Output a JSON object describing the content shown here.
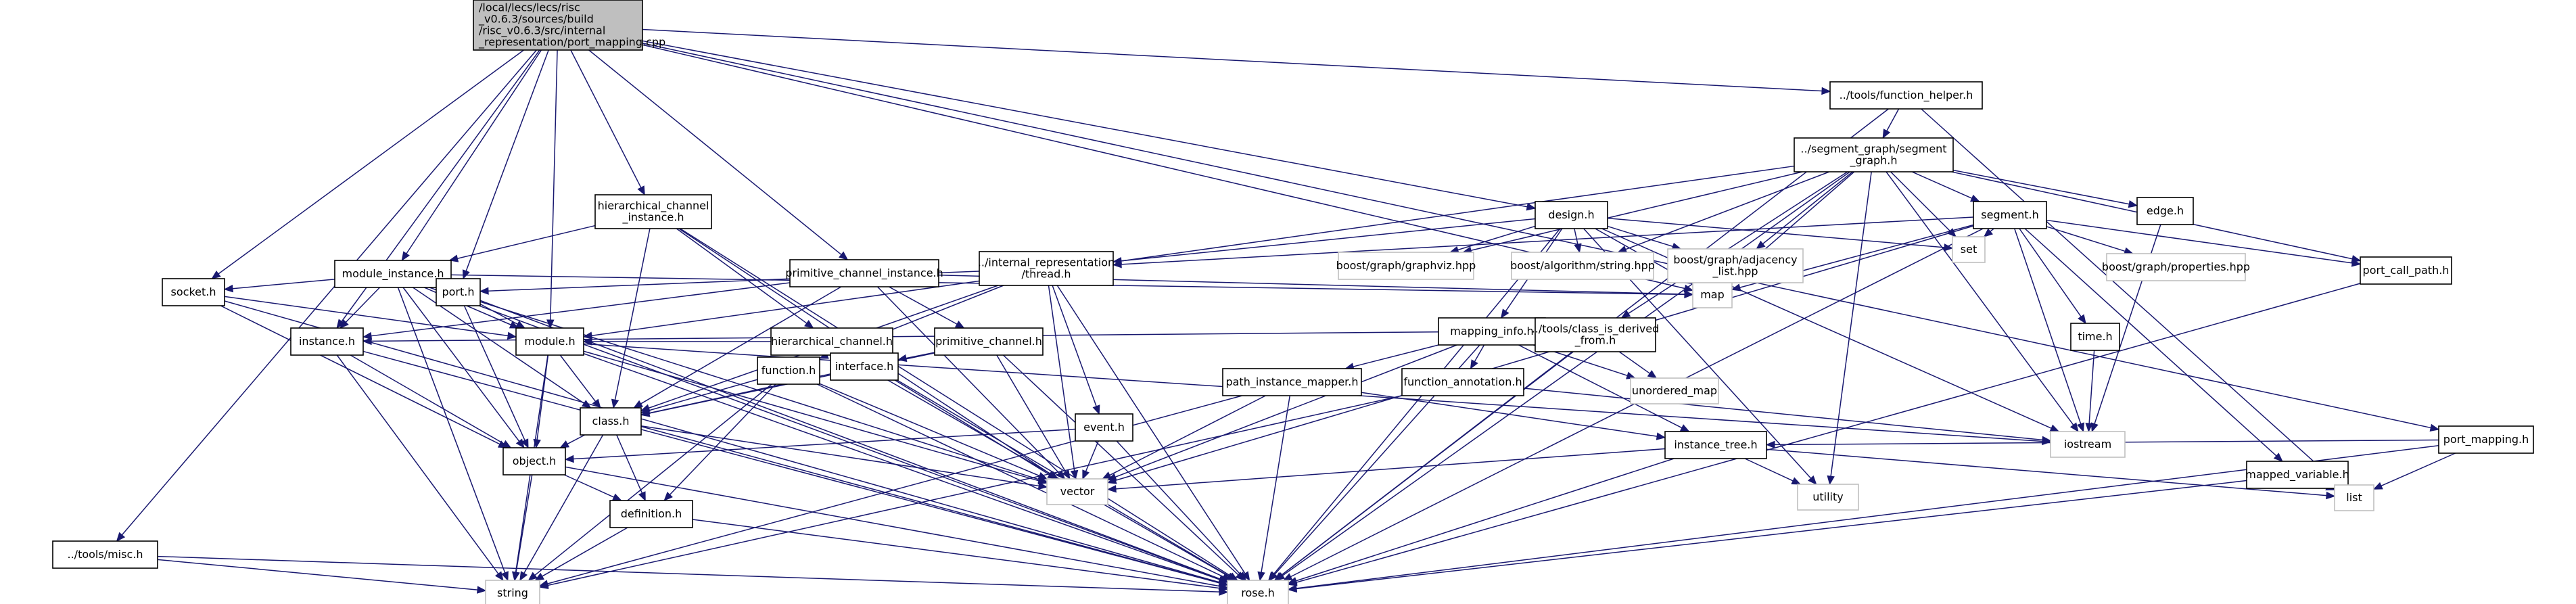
{
  "diagram": {
    "nodes": [
      {
        "id": "root",
        "kind": "root",
        "lines": [
          "/local/lecs/lecs/risc",
          "_v0.6.3/sources/build",
          "/risc_v0.6.3/src/internal",
          "_representation/port_mapping.cpp"
        ]
      },
      {
        "id": "tools_misc",
        "kind": "file",
        "lines": [
          "../tools/misc.h"
        ]
      },
      {
        "id": "socket",
        "kind": "file",
        "lines": [
          "socket.h"
        ]
      },
      {
        "id": "instance",
        "kind": "file",
        "lines": [
          "instance.h"
        ]
      },
      {
        "id": "module_instance",
        "kind": "file",
        "lines": [
          "module_instance.h"
        ]
      },
      {
        "id": "port",
        "kind": "file",
        "lines": [
          "port.h"
        ]
      },
      {
        "id": "module",
        "kind": "file",
        "lines": [
          "module.h"
        ]
      },
      {
        "id": "hier_chan_inst",
        "kind": "file",
        "lines": [
          "hierarchical_channel",
          "_instance.h"
        ]
      },
      {
        "id": "prim_chan_inst",
        "kind": "file",
        "lines": [
          "primitive_channel_instance.h"
        ]
      },
      {
        "id": "hier_chan",
        "kind": "file",
        "lines": [
          "hierarchical_channel.h"
        ]
      },
      {
        "id": "thread",
        "kind": "file",
        "lines": [
          "../internal_representation",
          "/thread.h"
        ]
      },
      {
        "id": "prim_chan",
        "kind": "file",
        "lines": [
          "primitive_channel.h"
        ]
      },
      {
        "id": "interface",
        "kind": "file",
        "lines": [
          "interface.h"
        ]
      },
      {
        "id": "function",
        "kind": "file",
        "lines": [
          "function.h"
        ]
      },
      {
        "id": "class",
        "kind": "file",
        "lines": [
          "class.h"
        ]
      },
      {
        "id": "object",
        "kind": "file",
        "lines": [
          "object.h"
        ]
      },
      {
        "id": "definition",
        "kind": "file",
        "lines": [
          "definition.h"
        ]
      },
      {
        "id": "event",
        "kind": "file",
        "lines": [
          "event.h"
        ]
      },
      {
        "id": "design",
        "kind": "file",
        "lines": [
          "design.h"
        ]
      },
      {
        "id": "mapping_info",
        "kind": "file",
        "lines": [
          "mapping_info.h"
        ]
      },
      {
        "id": "path_inst_mapper",
        "kind": "file",
        "lines": [
          "path_instance_mapper.h"
        ]
      },
      {
        "id": "func_annot",
        "kind": "file",
        "lines": [
          "function_annotation.h"
        ]
      },
      {
        "id": "class_is_derived",
        "kind": "file",
        "lines": [
          "../tools/class_is_derived",
          "_from.h"
        ]
      },
      {
        "id": "func_helper",
        "kind": "file",
        "lines": [
          "../tools/function_helper.h"
        ]
      },
      {
        "id": "segment_graph",
        "kind": "file",
        "lines": [
          "../segment_graph/segment",
          "_graph.h"
        ]
      },
      {
        "id": "segment",
        "kind": "file",
        "lines": [
          "segment.h"
        ]
      },
      {
        "id": "edge",
        "kind": "file",
        "lines": [
          "edge.h"
        ]
      },
      {
        "id": "port_call_path",
        "kind": "file",
        "lines": [
          "port_call_path.h"
        ]
      },
      {
        "id": "time",
        "kind": "file",
        "lines": [
          "time.h"
        ]
      },
      {
        "id": "port_mapping",
        "kind": "file",
        "lines": [
          "port_mapping.h"
        ]
      },
      {
        "id": "instance_tree",
        "kind": "file",
        "lines": [
          "instance_tree.h"
        ]
      },
      {
        "id": "mapped_variable",
        "kind": "file",
        "lines": [
          "mapped_variable.h"
        ]
      },
      {
        "id": "string",
        "kind": "system",
        "lines": [
          "string"
        ]
      },
      {
        "id": "rose",
        "kind": "system",
        "lines": [
          "rose.h"
        ]
      },
      {
        "id": "vector",
        "kind": "system",
        "lines": [
          "vector"
        ]
      },
      {
        "id": "map",
        "kind": "system",
        "lines": [
          "map"
        ]
      },
      {
        "id": "set",
        "kind": "system",
        "lines": [
          "set"
        ]
      },
      {
        "id": "utility",
        "kind": "system",
        "lines": [
          "utility"
        ]
      },
      {
        "id": "iostream",
        "kind": "system",
        "lines": [
          "iostream"
        ]
      },
      {
        "id": "list",
        "kind": "system",
        "lines": [
          "list"
        ]
      },
      {
        "id": "unordered_map",
        "kind": "system",
        "lines": [
          "unordered_map"
        ]
      },
      {
        "id": "bg_graphviz",
        "kind": "system",
        "lines": [
          "boost/graph/graphviz.hpp"
        ]
      },
      {
        "id": "bg_alg_string",
        "kind": "system",
        "lines": [
          "boost/algorithm/string.hpp"
        ]
      },
      {
        "id": "bg_adjacency",
        "kind": "system",
        "lines": [
          "boost/graph/adjacency",
          "_list.hpp"
        ]
      },
      {
        "id": "bg_properties",
        "kind": "system",
        "lines": [
          "boost/graph/properties.hpp"
        ]
      }
    ],
    "edges": [
      [
        "root",
        "tools_misc"
      ],
      [
        "root",
        "socket"
      ],
      [
        "root",
        "instance"
      ],
      [
        "root",
        "module_instance"
      ],
      [
        "root",
        "port"
      ],
      [
        "root",
        "module"
      ],
      [
        "root",
        "hier_chan_inst"
      ],
      [
        "root",
        "prim_chan_inst"
      ],
      [
        "root",
        "design"
      ],
      [
        "root",
        "func_helper"
      ],
      [
        "root",
        "port_mapping"
      ],
      [
        "root",
        "map"
      ],
      [
        "tools_misc",
        "rose"
      ],
      [
        "tools_misc",
        "string"
      ],
      [
        "socket",
        "module"
      ],
      [
        "socket",
        "object"
      ],
      [
        "socket",
        "rose"
      ],
      [
        "instance",
        "object"
      ],
      [
        "instance",
        "rose"
      ],
      [
        "instance",
        "string"
      ],
      [
        "module_instance",
        "socket"
      ],
      [
        "module_instance",
        "instance"
      ],
      [
        "module_instance",
        "port"
      ],
      [
        "module_instance",
        "module"
      ],
      [
        "module_instance",
        "class"
      ],
      [
        "module_instance",
        "object"
      ],
      [
        "module_instance",
        "vector"
      ],
      [
        "module_instance",
        "string"
      ],
      [
        "module_instance",
        "rose"
      ],
      [
        "module_instance",
        "map"
      ],
      [
        "port",
        "module"
      ],
      [
        "port",
        "object"
      ],
      [
        "port",
        "rose"
      ],
      [
        "module",
        "class"
      ],
      [
        "module",
        "object"
      ],
      [
        "module",
        "vector"
      ],
      [
        "module",
        "rose"
      ],
      [
        "module",
        "string"
      ],
      [
        "module",
        "iostream"
      ],
      [
        "hier_chan_inst",
        "module_instance"
      ],
      [
        "hier_chan_inst",
        "hier_chan"
      ],
      [
        "hier_chan_inst",
        "class"
      ],
      [
        "hier_chan_inst",
        "rose"
      ],
      [
        "hier_chan_inst",
        "vector"
      ],
      [
        "prim_chan_inst",
        "instance"
      ],
      [
        "prim_chan_inst",
        "prim_chan"
      ],
      [
        "prim_chan_inst",
        "class"
      ],
      [
        "prim_chan_inst",
        "vector"
      ],
      [
        "prim_chan_inst",
        "map"
      ],
      [
        "hier_chan",
        "module"
      ],
      [
        "hier_chan",
        "interface"
      ],
      [
        "hier_chan",
        "rose"
      ],
      [
        "hier_chan",
        "vector"
      ],
      [
        "prim_chan",
        "class"
      ],
      [
        "prim_chan",
        "interface"
      ],
      [
        "prim_chan",
        "rose"
      ],
      [
        "prim_chan",
        "vector"
      ],
      [
        "interface",
        "class"
      ],
      [
        "interface",
        "rose"
      ],
      [
        "thread",
        "port"
      ],
      [
        "thread",
        "function"
      ],
      [
        "thread",
        "event"
      ],
      [
        "thread",
        "class"
      ],
      [
        "thread",
        "vector"
      ],
      [
        "thread",
        "rose"
      ],
      [
        "function",
        "class"
      ],
      [
        "function",
        "definition"
      ],
      [
        "function",
        "rose"
      ],
      [
        "function",
        "string"
      ],
      [
        "function",
        "vector"
      ],
      [
        "class",
        "object"
      ],
      [
        "class",
        "definition"
      ],
      [
        "class",
        "vector"
      ],
      [
        "class",
        "string"
      ],
      [
        "class",
        "rose"
      ],
      [
        "object",
        "definition"
      ],
      [
        "object",
        "rose"
      ],
      [
        "object",
        "string"
      ],
      [
        "definition",
        "rose"
      ],
      [
        "definition",
        "string"
      ],
      [
        "event",
        "object"
      ],
      [
        "event",
        "vector"
      ],
      [
        "event",
        "rose"
      ],
      [
        "design",
        "thread"
      ],
      [
        "design",
        "mapping_info"
      ],
      [
        "design",
        "bg_graphviz"
      ],
      [
        "design",
        "bg_alg_string"
      ],
      [
        "design",
        "bg_adjacency"
      ],
      [
        "design",
        "set"
      ],
      [
        "design",
        "map"
      ],
      [
        "design",
        "rose"
      ],
      [
        "design",
        "utility"
      ],
      [
        "design",
        "iostream"
      ],
      [
        "mapping_info",
        "instance"
      ],
      [
        "mapping_info",
        "path_inst_mapper"
      ],
      [
        "mapping_info",
        "func_annot"
      ],
      [
        "mapping_info",
        "instance_tree"
      ],
      [
        "mapping_info",
        "unordered_map"
      ],
      [
        "mapping_info",
        "rose"
      ],
      [
        "mapping_info",
        "vector"
      ],
      [
        "path_inst_mapper",
        "instance_tree"
      ],
      [
        "path_inst_mapper",
        "vector"
      ],
      [
        "path_inst_mapper",
        "string"
      ],
      [
        "path_inst_mapper",
        "rose"
      ],
      [
        "func_annot",
        "iostream"
      ],
      [
        "func_annot",
        "string"
      ],
      [
        "class_is_derived",
        "unordered_map"
      ],
      [
        "class_is_derived",
        "rose"
      ],
      [
        "func_helper",
        "segment_graph"
      ],
      [
        "func_helper",
        "rose"
      ],
      [
        "func_helper",
        "list"
      ],
      [
        "segment_graph",
        "segment"
      ],
      [
        "segment_graph",
        "edge"
      ],
      [
        "segment_graph",
        "port_call_path"
      ],
      [
        "segment_graph",
        "module"
      ],
      [
        "segment_graph",
        "bg_graphviz"
      ],
      [
        "segment_graph",
        "bg_alg_string"
      ],
      [
        "segment_graph",
        "bg_adjacency"
      ],
      [
        "segment_graph",
        "set"
      ],
      [
        "segment_graph",
        "map"
      ],
      [
        "segment_graph",
        "utility"
      ],
      [
        "segment_graph",
        "iostream"
      ],
      [
        "segment_graph",
        "rose"
      ],
      [
        "segment_graph",
        "class_is_derived"
      ],
      [
        "segment",
        "thread"
      ],
      [
        "segment",
        "port_call_path"
      ],
      [
        "segment",
        "time"
      ],
      [
        "segment",
        "mapped_variable"
      ],
      [
        "segment",
        "bg_properties"
      ],
      [
        "segment",
        "set"
      ],
      [
        "segment",
        "map"
      ],
      [
        "segment",
        "iostream"
      ],
      [
        "segment",
        "rose"
      ],
      [
        "segment",
        "vector"
      ],
      [
        "edge",
        "iostream"
      ],
      [
        "port_call_path",
        "rose"
      ],
      [
        "time",
        "iostream"
      ],
      [
        "port_mapping",
        "instance_tree"
      ],
      [
        "port_mapping",
        "list"
      ],
      [
        "port_mapping",
        "rose"
      ],
      [
        "instance_tree",
        "rose"
      ],
      [
        "instance_tree",
        "vector"
      ],
      [
        "instance_tree",
        "utility"
      ],
      [
        "instance_tree",
        "list"
      ],
      [
        "mapped_variable",
        "list"
      ],
      [
        "mapped_variable",
        "rose"
      ]
    ]
  }
}
